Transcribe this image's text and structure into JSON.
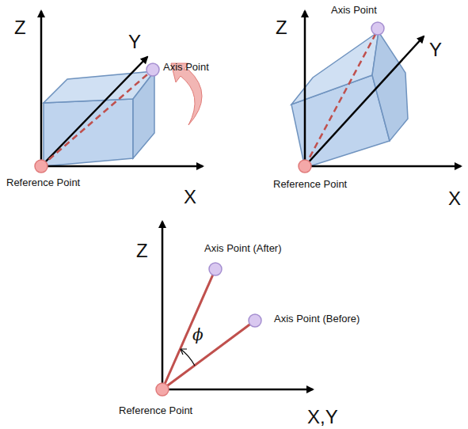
{
  "diagram": {
    "labels": [
      "Z",
      "Y",
      "Axis Point",
      "Reference Point",
      "X",
      "Z",
      "Axis Point",
      "Y",
      "Reference Point",
      "X",
      "Z",
      "Axis Point (After)",
      "Axis Point (Before)",
      "ϕ",
      "Reference Point",
      "X,Y"
    ]
  }
}
